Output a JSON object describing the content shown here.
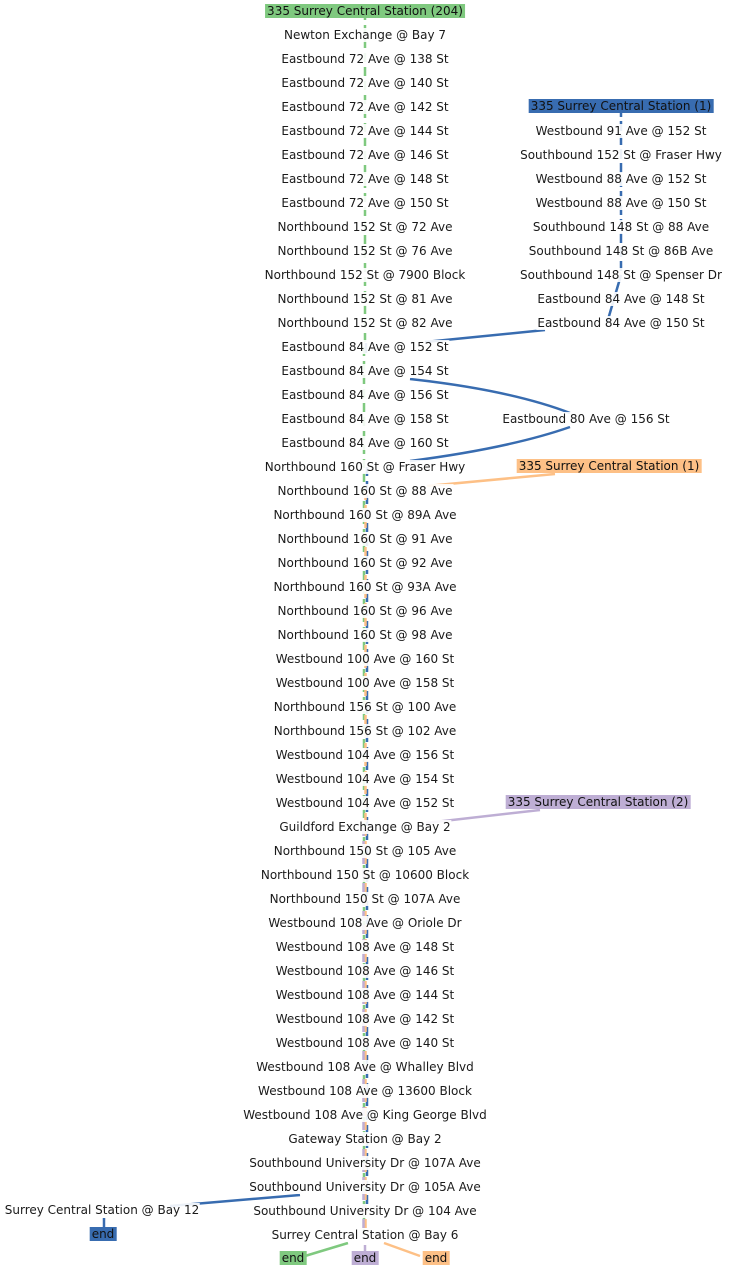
{
  "colors": {
    "green": "#7fc97f",
    "blue": "#386cb0",
    "orange": "#fdc086",
    "purple": "#beaed4"
  },
  "routes": {
    "green": "335 Surrey Central Station (204)",
    "blue_a": "335 Surrey Central Station (1)",
    "orange": "335 Surrey Central Station (1)",
    "purple": "335 Surrey Central Station (2)",
    "blue_b_end": "end",
    "green_end": "end",
    "purple_end": "end",
    "orange_end": "end"
  },
  "stops": {
    "main": [
      "Newton Exchange @ Bay 7",
      "Eastbound 72 Ave @ 138 St",
      "Eastbound 72 Ave @ 140 St",
      "Eastbound 72 Ave @ 142 St",
      "Eastbound 72 Ave @ 144 St",
      "Eastbound 72 Ave @ 146 St",
      "Eastbound 72 Ave @ 148 St",
      "Eastbound 72 Ave @ 150 St",
      "Northbound 152 St @ 72 Ave",
      "Northbound 152 St @ 76 Ave",
      "Northbound 152 St @ 7900 Block",
      "Northbound 152 St @ 81 Ave",
      "Northbound 152 St @ 82 Ave",
      "Eastbound 84 Ave @ 152 St",
      "Eastbound 84 Ave @ 154 St",
      "Eastbound 84 Ave @ 156 St",
      "Eastbound 84 Ave @ 158 St",
      "Eastbound 84 Ave @ 160 St",
      "Northbound 160 St @ Fraser Hwy",
      "Northbound 160 St @ 88 Ave",
      "Northbound 160 St @ 89A Ave",
      "Northbound 160 St @ 91 Ave",
      "Northbound 160 St @ 92 Ave",
      "Northbound 160 St @ 93A Ave",
      "Northbound 160 St @ 96 Ave",
      "Northbound 160 St @ 98 Ave",
      "Westbound 100 Ave @ 160 St",
      "Westbound 100 Ave @ 158 St",
      "Northbound 156 St @ 100 Ave",
      "Northbound 156 St @ 102 Ave",
      "Westbound 104 Ave @ 156 St",
      "Westbound 104 Ave @ 154 St",
      "Westbound 104 Ave @ 152 St",
      "Guildford Exchange @ Bay 2",
      "Northbound 150 St @ 105 Ave",
      "Northbound 150 St @ 10600 Block",
      "Northbound 150 St @ 107A Ave",
      "Westbound 108 Ave @ Oriole Dr",
      "Westbound 108 Ave @ 148 St",
      "Westbound 108 Ave @ 146 St",
      "Westbound 108 Ave @ 144 St",
      "Westbound 108 Ave @ 142 St",
      "Westbound 108 Ave @ 140 St",
      "Westbound 108 Ave @ Whalley Blvd",
      "Westbound 108 Ave @ 13600 Block",
      "Westbound 108 Ave @ King George Blvd",
      "Gateway Station @ Bay 2",
      "Southbound University Dr @ 107A Ave",
      "Southbound University Dr @ 105A Ave",
      "Southbound University Dr @ 104 Ave",
      "Surrey Central Station @ Bay 6"
    ],
    "branch": [
      "Westbound 91 Ave @ 152 St",
      "Southbound 152 St @ Fraser Hwy",
      "Westbound 88 Ave @ 152 St",
      "Westbound 88 Ave @ 150 St",
      "Southbound 148 St @ 88 Ave",
      "Southbound 148 St @ 86B Ave",
      "Southbound 148 St @ Spenser Dr",
      "Eastbound 84 Ave @ 148 St",
      "Eastbound 84 Ave @ 150 St"
    ],
    "detour": "Eastbound 80 Ave @ 156 St",
    "side_terminal": "Surrey Central Station @ Bay 12"
  }
}
